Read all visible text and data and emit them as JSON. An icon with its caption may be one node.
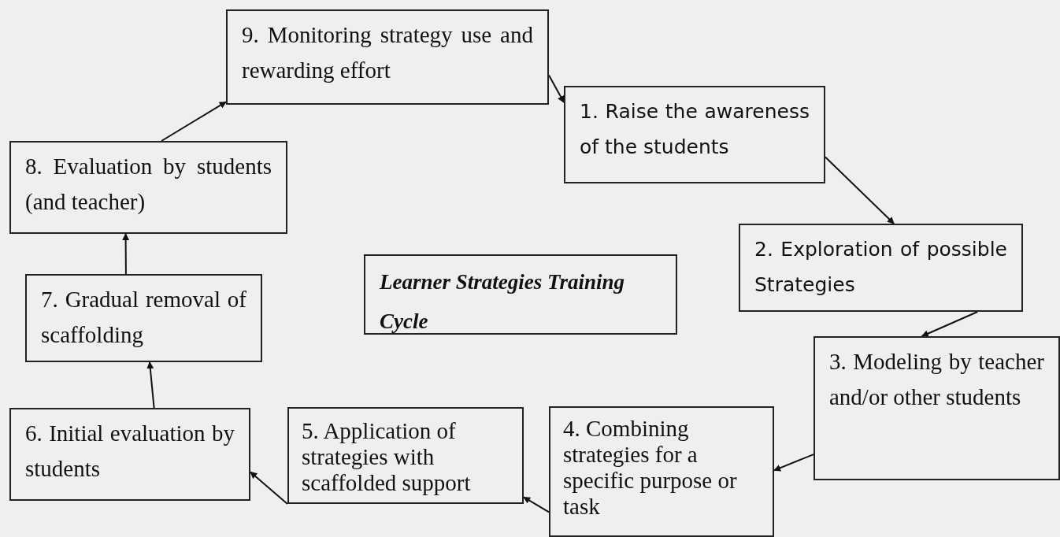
{
  "diagram": {
    "nodes": [
      {
        "text": [
          "9. Monitoring strategy use and rewarding effort"
        ]
      },
      {
        "text": [
          "1. Raise the awareness of the students"
        ]
      },
      {
        "text": [
          "2. Exploration of possible Strategies"
        ]
      },
      {
        "text": [
          "3. Modeling by teacher and/or other students"
        ]
      },
      {
        "text": [
          "4. Combining strategies for a specific purpose or task"
        ]
      },
      {
        "text": [
          "5. Application of strategies with scaffolded support"
        ]
      },
      {
        "text": [
          "6. Initial evaluation by students"
        ]
      },
      {
        "text": [
          "7. Gradual removal of scaffolding"
        ]
      },
      {
        "text": [
          "8. Evaluation by students (and teacher)"
        ]
      },
      {
        "text": [
          "Learner Strategies Training Cycle"
        ]
      }
    ],
    "edges": [
      {
        "from": 0,
        "to": 1,
        "arrow": "to"
      },
      {
        "from": 1,
        "to": 2,
        "arrow": "to"
      },
      {
        "from": 2,
        "to": 3,
        "arrow": "to"
      },
      {
        "from": 3,
        "to": 4,
        "arrow": "to"
      },
      {
        "from": 4,
        "to": 5,
        "arrow": "to"
      },
      {
        "from": 5,
        "to": 6,
        "arrow": "to"
      },
      {
        "from": 6,
        "to": 7,
        "arrow": "to"
      },
      {
        "from": 7,
        "to": 8,
        "arrow": "to"
      },
      {
        "from": 8,
        "to": 0,
        "arrow": "to"
      }
    ]
  }
}
